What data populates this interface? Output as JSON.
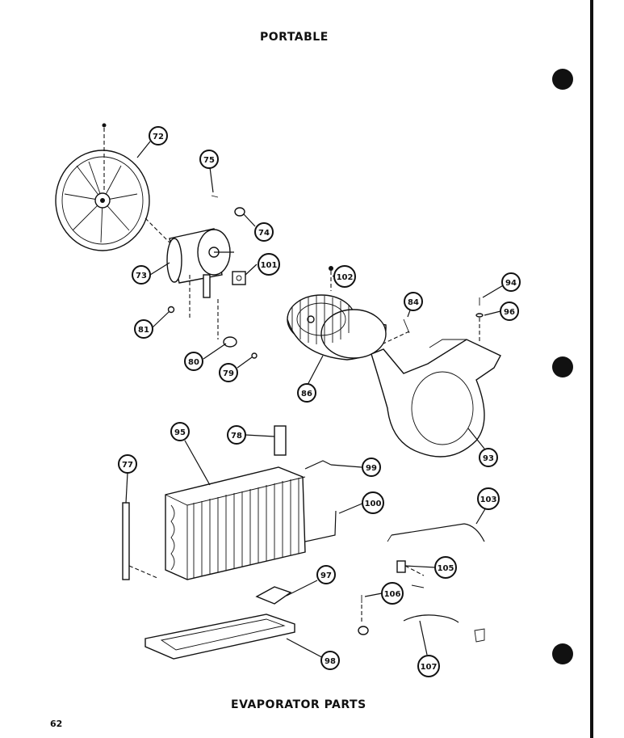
{
  "header": {
    "title": "PORTABLE"
  },
  "footer": {
    "caption": "EVAPORATOR PARTS",
    "page_number": "62"
  },
  "callouts": [
    "72",
    "75",
    "74",
    "73",
    "101",
    "102",
    "94",
    "84",
    "96",
    "81",
    "80",
    "79",
    "86",
    "95",
    "78",
    "77",
    "99",
    "93",
    "100",
    "103",
    "105",
    "97",
    "106",
    "98",
    "107"
  ]
}
